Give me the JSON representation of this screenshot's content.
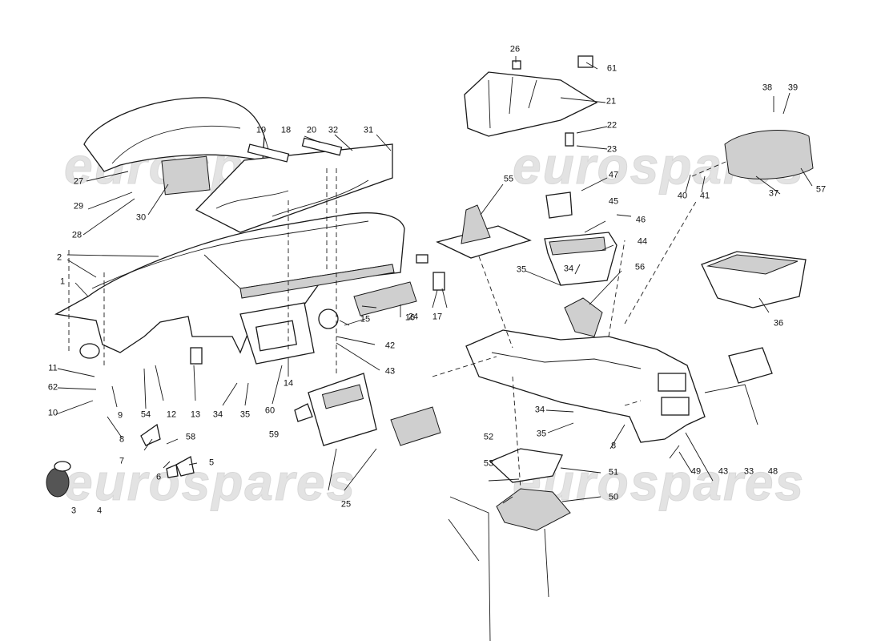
{
  "diagram": {
    "watermark": "eurospares",
    "callouts": [
      "1",
      "2",
      "3",
      "4",
      "5",
      "6",
      "7",
      "8",
      "9",
      "10",
      "11",
      "12",
      "13",
      "14",
      "15",
      "16",
      "17",
      "18",
      "19",
      "20",
      "21",
      "22",
      "23",
      "24",
      "25",
      "26",
      "27",
      "28",
      "29",
      "30",
      "31",
      "32",
      "33",
      "34",
      "35",
      "36",
      "37",
      "38",
      "39",
      "40",
      "41",
      "42",
      "43",
      "44",
      "45",
      "46",
      "47",
      "48",
      "49",
      "50",
      "51",
      "52",
      "53",
      "54",
      "55",
      "56",
      "57",
      "58",
      "59",
      "60",
      "61",
      "62"
    ]
  }
}
